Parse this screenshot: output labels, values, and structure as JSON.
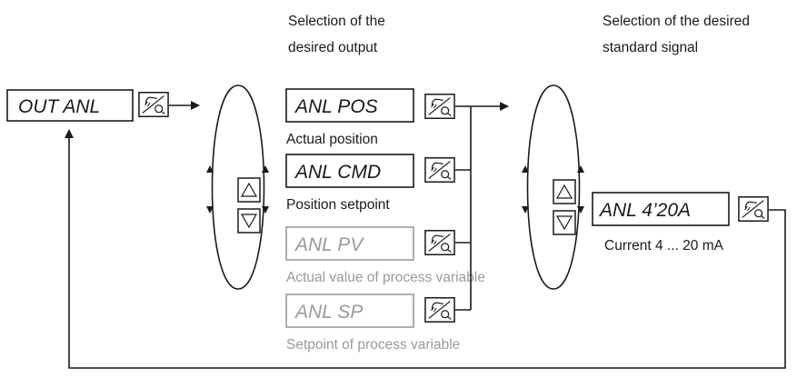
{
  "headers": {
    "output_line1": "Selection of the",
    "output_line2": "desired output",
    "signal_line1": "Selection of the desired",
    "signal_line2": "standard signal"
  },
  "start": {
    "label": "OUT ANL"
  },
  "outputs": [
    {
      "label": "ANL POS",
      "caption": "Actual position",
      "state": "active"
    },
    {
      "label": "ANL CMD",
      "caption": "Position setpoint",
      "state": "active"
    },
    {
      "label": "ANL PV",
      "caption": "Actual value of process variable",
      "state": "inactive"
    },
    {
      "label": "ANL SP",
      "caption": "Setpoint of process variable",
      "state": "inactive"
    }
  ],
  "signal": {
    "label": "ANL 4’20A",
    "caption": "Current 4 ... 20 mA"
  },
  "icons": {
    "enter": "hand-pointer-key-icon",
    "up": "arrow-up-key-icon",
    "down": "arrow-down-key-icon"
  },
  "colors": {
    "active": "#1a1a1a",
    "inactive": "#9a9a9a",
    "background": "#ffffff"
  }
}
